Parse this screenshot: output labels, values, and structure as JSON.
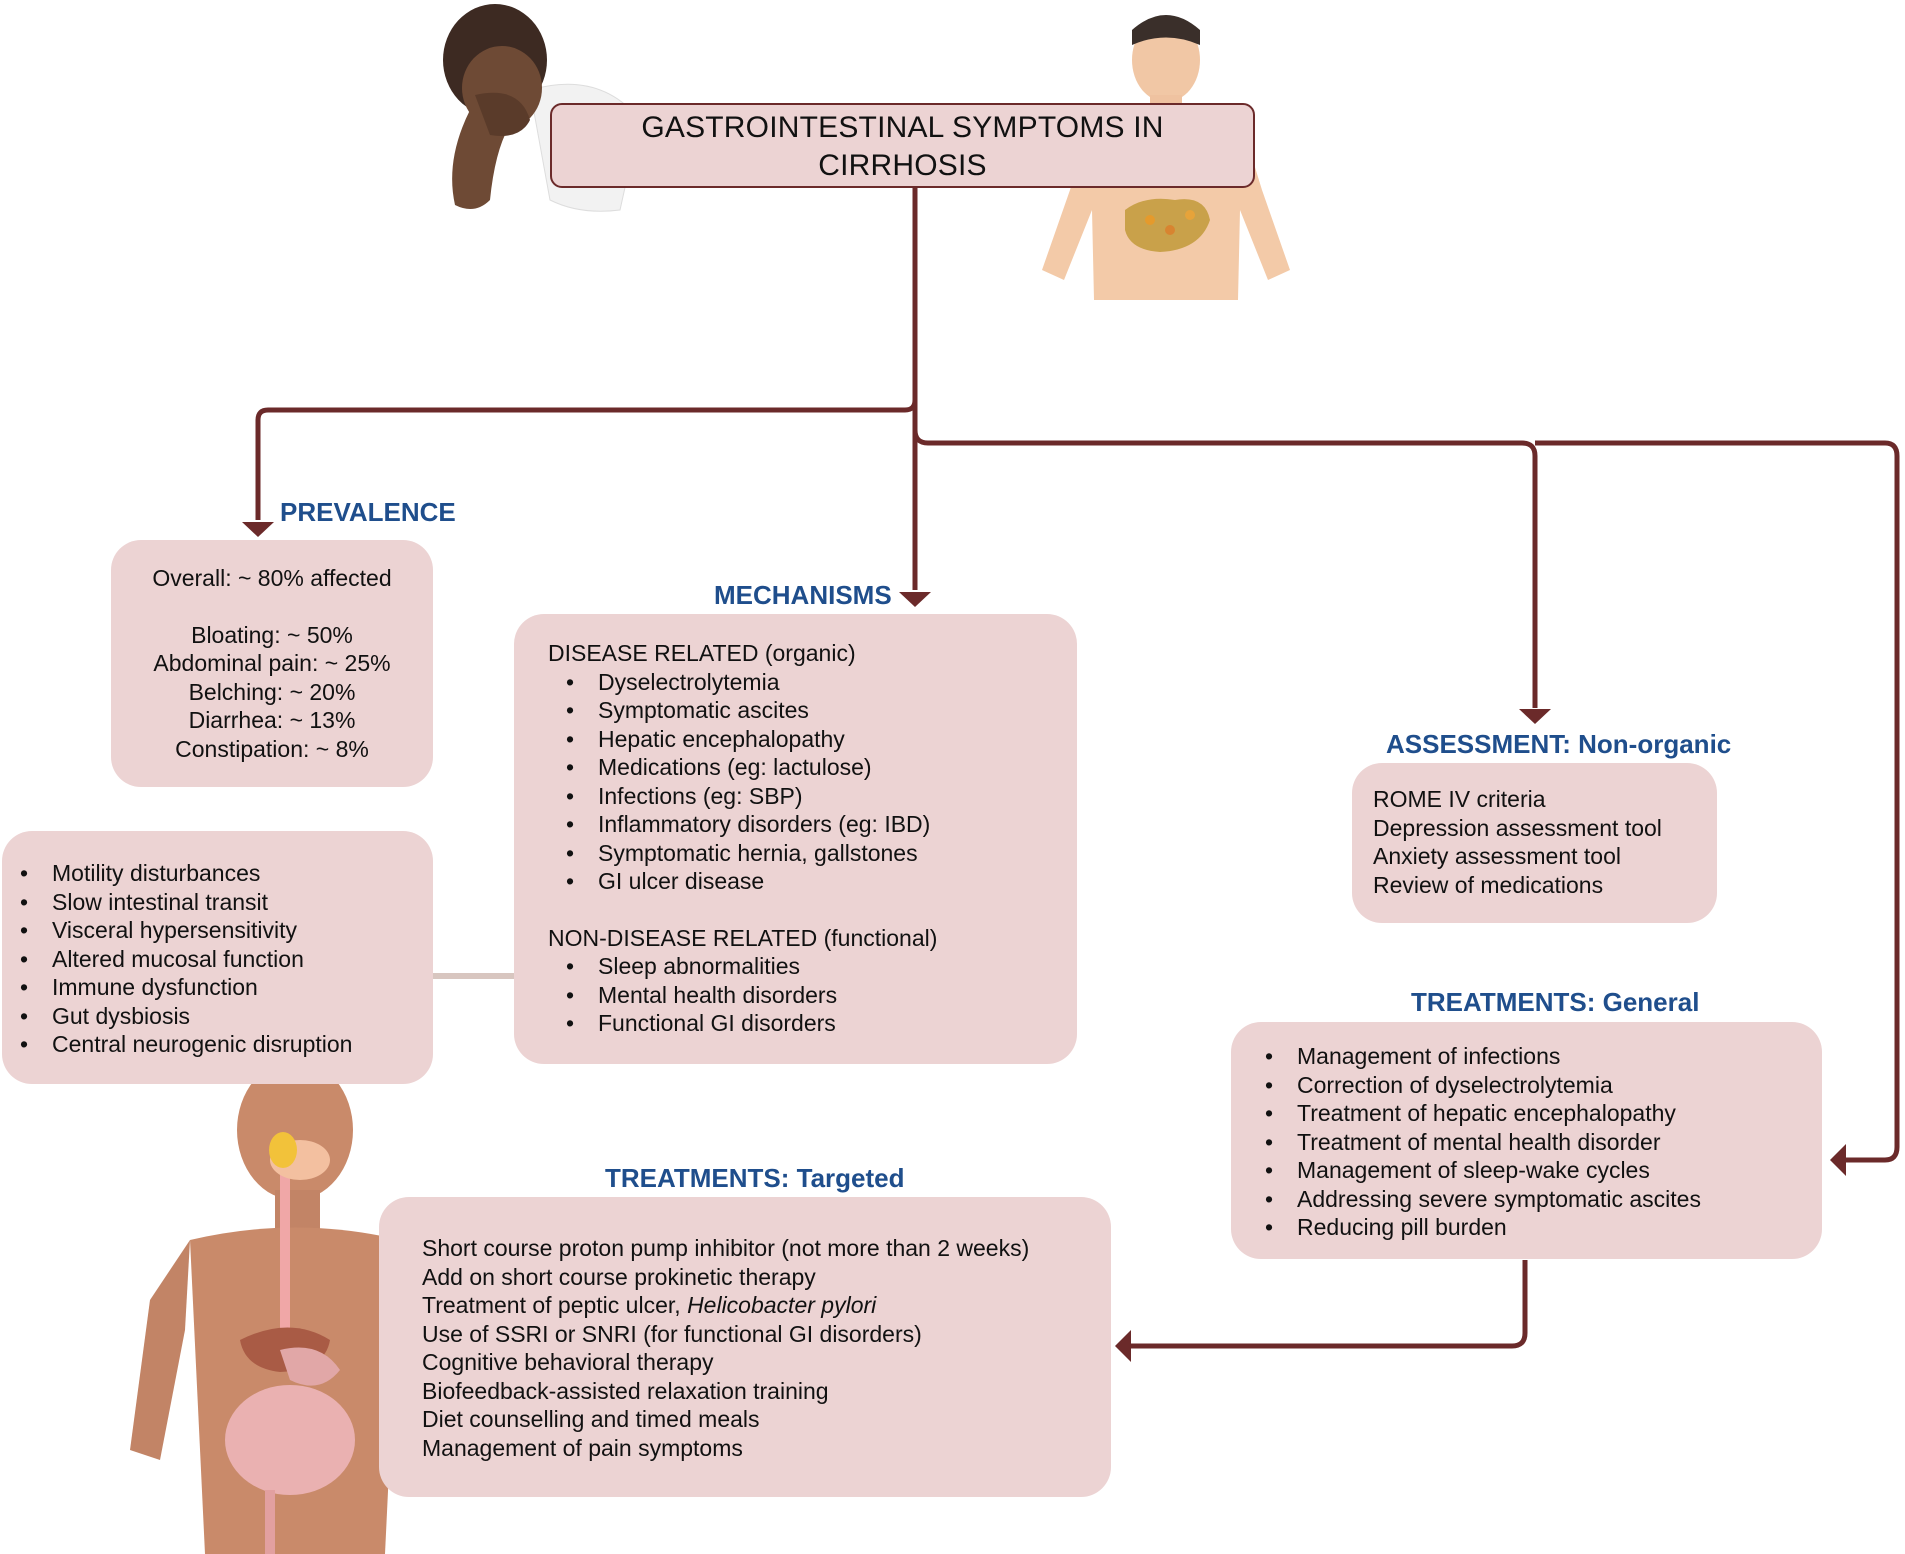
{
  "title": {
    "line1": "GASTROINTESTINAL SYMPTOMS IN",
    "line2": "CIRRHOSIS"
  },
  "prevalence": {
    "heading": "PREVALENCE",
    "overall": "Overall: ~ 80% affected",
    "items": [
      "Bloating: ~ 50%",
      "Abdominal pain: ~ 25%",
      "Belching: ~ 20%",
      "Diarrhea: ~ 13%",
      "Constipation: ~ 8%"
    ]
  },
  "mechanisms": {
    "heading": "MECHANISMS",
    "disease_label": "DISEASE RELATED (organic)",
    "disease_items": [
      "Dyselectrolytemia",
      "Symptomatic ascites",
      "Hepatic encephalopathy",
      "Medications (eg: lactulose)",
      "Infections (eg: SBP)",
      "Inflammatory disorders (eg: IBD)",
      "Symptomatic hernia, gallstones",
      "GI ulcer disease"
    ],
    "nondisease_label": "NON-DISEASE RELATED (functional)",
    "nondisease_items": [
      "Sleep abnormalities",
      "Mental health disorders",
      "Functional GI disorders"
    ]
  },
  "functional_mechanisms": {
    "items": [
      "Motility disturbances",
      "Slow intestinal transit",
      "Visceral hypersensitivity",
      "Altered mucosal function",
      "Immune dysfunction",
      "Gut dysbiosis",
      "Central neurogenic disruption"
    ]
  },
  "assessment": {
    "heading": "ASSESSMENT: Non-organic",
    "items": [
      "ROME IV criteria",
      "Depression assessment tool",
      "Anxiety assessment tool",
      "Review of medications"
    ]
  },
  "treatments_general": {
    "heading": "TREATMENTS: General",
    "items": [
      "Management of infections",
      "Correction of dyselectrolytemia",
      "Treatment of hepatic encephalopathy",
      "Treatment of mental health disorder",
      "Management of sleep-wake cycles",
      "Addressing severe symptomatic ascites",
      "Reducing pill burden"
    ]
  },
  "treatments_targeted": {
    "heading": "TREATMENTS: Targeted",
    "items": [
      "Short course proton pump inhibitor (not more than 2 weeks)",
      "Add on short course prokinetic therapy",
      "Treatment of peptic ulcer, ",
      "Use of SSRI or SNRI (for functional GI disorders)",
      "Cognitive behavioral therapy",
      "Biofeedback-assisted relaxation training",
      "Diet counselling and timed meals",
      "Management of pain symptoms"
    ],
    "italic_part": "Helicobacter pylori"
  },
  "colors": {
    "box_fill": "#ecd3d3",
    "heading": "#1f4e8c",
    "arrow": "#6b2a2a",
    "connector": "#d8c6c0"
  }
}
